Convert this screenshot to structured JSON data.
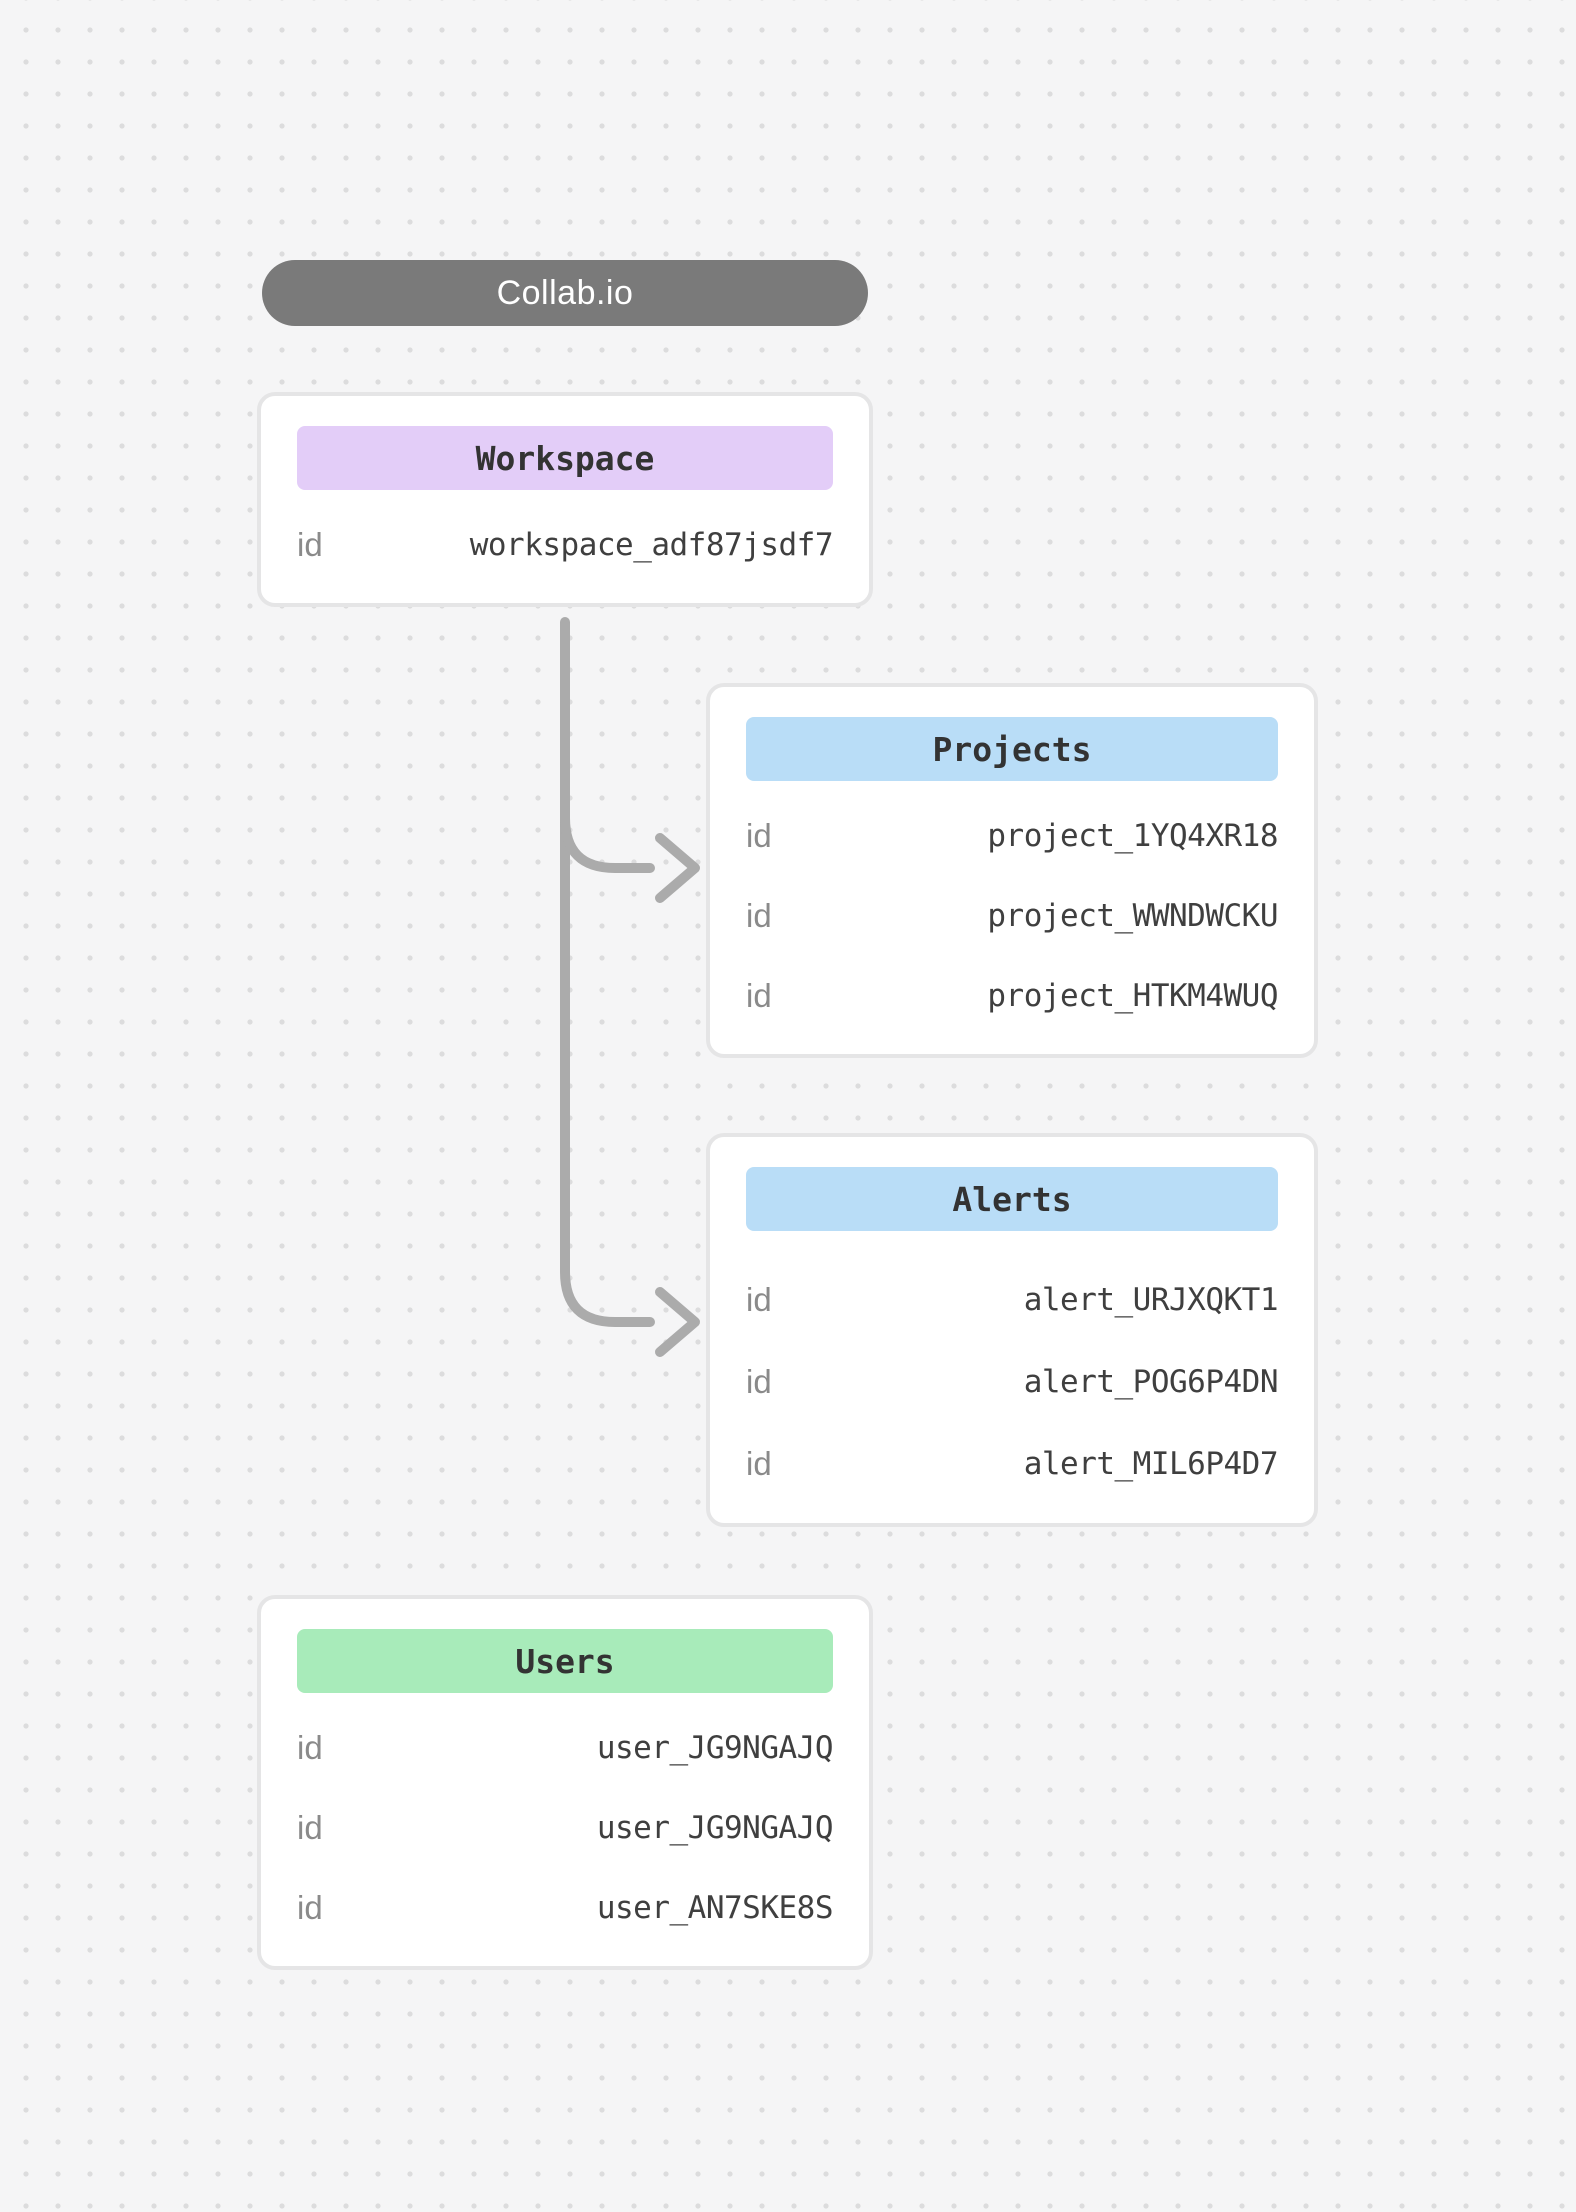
{
  "app": {
    "title": "Collab.io"
  },
  "colors": {
    "pill_bg": "#7a7a7a",
    "pill_text": "#ffffff",
    "workspace_header": "#e3cdf8",
    "projects_header": "#b9ddf7",
    "alerts_header": "#b9ddf7",
    "users_header": "#a8ebba",
    "connector": "#ababab",
    "canvas_bg": "#f5f5f6",
    "dot": "#dcdcdd",
    "card_border": "#e5e5e6"
  },
  "entities": [
    {
      "title": "Workspace",
      "header_color": "#e3cdf8",
      "rows": [
        {
          "key": "id",
          "value": "workspace_adf87jsdf7"
        }
      ]
    },
    {
      "title": "Projects",
      "header_color": "#b9ddf7",
      "rows": [
        {
          "key": "id",
          "value": "project_1YQ4XR18"
        },
        {
          "key": "id",
          "value": "project_WWNDWCKU"
        },
        {
          "key": "id",
          "value": "project_HTKM4WUQ"
        }
      ]
    },
    {
      "title": "Alerts",
      "header_color": "#b9ddf7",
      "rows": [
        {
          "key": "id",
          "value": "alert_URJXQKT1"
        },
        {
          "key": "id",
          "value": "alert_POG6P4DN"
        },
        {
          "key": "id",
          "value": "alert_MIL6P4D7"
        }
      ]
    },
    {
      "title": "Users",
      "header_color": "#a8ebba",
      "rows": [
        {
          "key": "id",
          "value": "user_JG9NGAJQ"
        },
        {
          "key": "id",
          "value": "user_JG9NGAJQ"
        },
        {
          "key": "id",
          "value": "user_AN7SKE8S"
        }
      ]
    }
  ],
  "connections": [
    {
      "from": "Workspace",
      "to": "Projects"
    },
    {
      "from": "Workspace",
      "to": "Alerts"
    }
  ]
}
